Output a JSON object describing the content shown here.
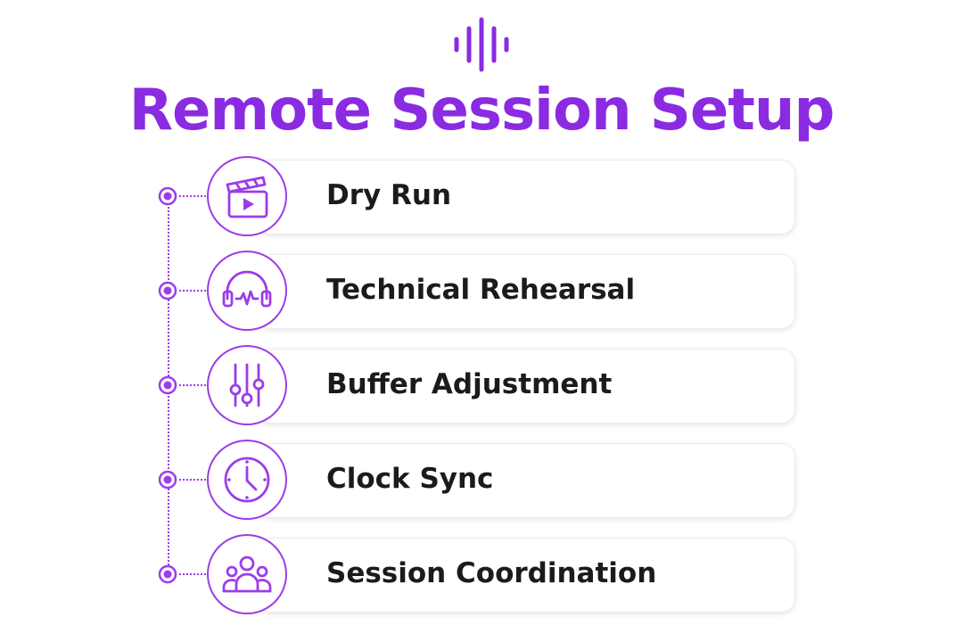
{
  "title": "Remote Session Setup",
  "accent_color": "#8a2be2",
  "steps": [
    {
      "label": "Dry Run",
      "icon": "clapperboard-icon"
    },
    {
      "label": "Technical Rehearsal",
      "icon": "headphones-icon"
    },
    {
      "label": "Buffer Adjustment",
      "icon": "sliders-icon"
    },
    {
      "label": "Clock Sync",
      "icon": "clock-icon"
    },
    {
      "label": "Session Coordination",
      "icon": "group-icon"
    }
  ]
}
